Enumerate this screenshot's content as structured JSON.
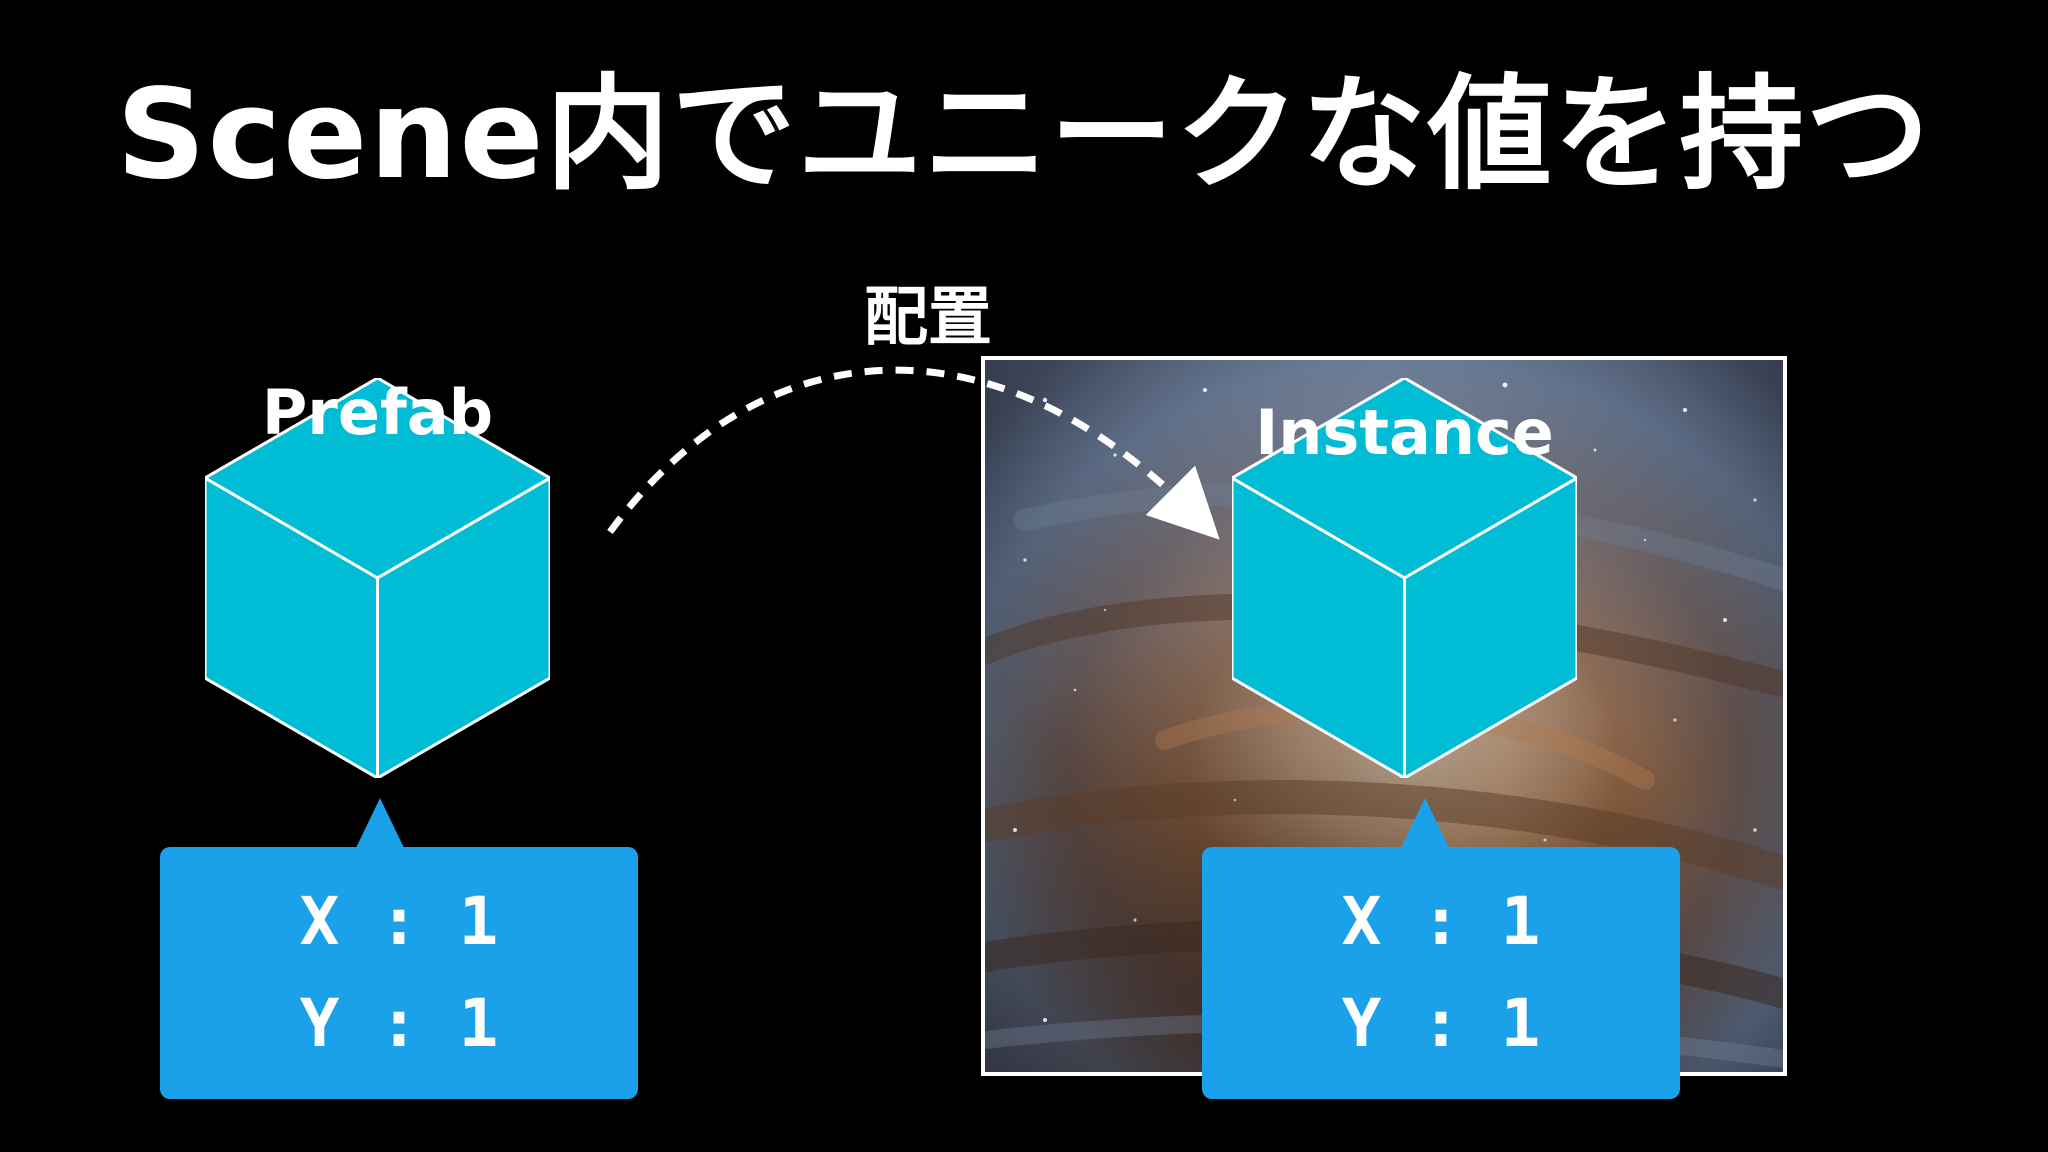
{
  "title": "Scene内でユニークな値を持つ",
  "arrow_label": "配置",
  "prefab": {
    "label": "Prefab",
    "values": {
      "x": "X : 1",
      "y": "Y : 1"
    }
  },
  "instance": {
    "label": "Instance",
    "values": {
      "x": "X : 1",
      "y": "Y : 1"
    }
  },
  "colors": {
    "background": "#000000",
    "cube_fill": "#00bcd4",
    "cube_edge": "#ffffff",
    "callout_fill": "#1ba1ea",
    "text": "#ffffff"
  },
  "icons": [
    "cube-icon",
    "dashed-curved-arrow-icon",
    "galaxy-image"
  ]
}
